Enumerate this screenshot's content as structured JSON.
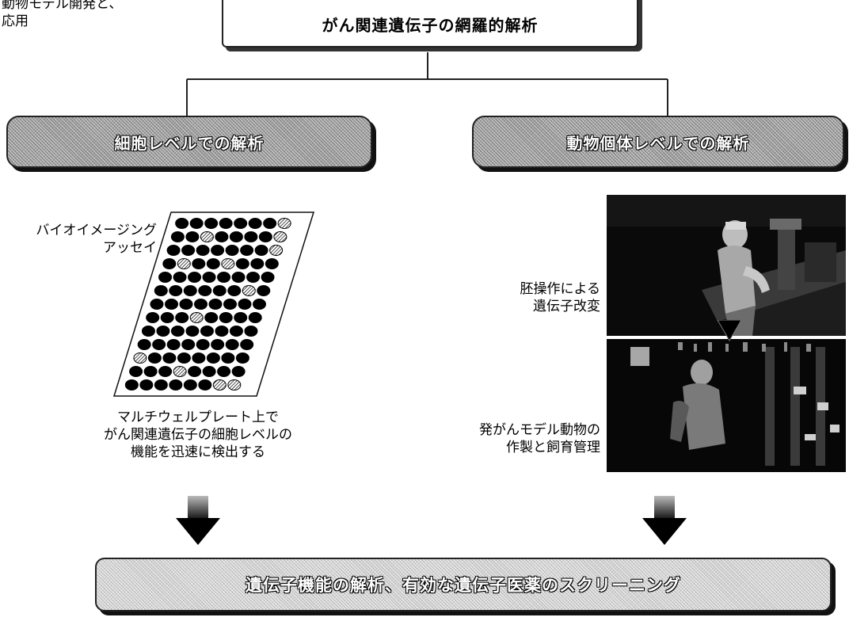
{
  "corner_text": [
    "動物モデル開発と、",
    "応用"
  ],
  "top_box": {
    "label": "がん関連遺伝子の網羅的解析"
  },
  "left_header": {
    "label": "細胞レベルでの解析"
  },
  "right_header": {
    "label": "動物個体レベルでの解析"
  },
  "bioimaging": {
    "line1": "バイオイメージング",
    "line2": "アッセイ"
  },
  "plate_caption": {
    "line1": "マルチウェルプレート上で",
    "line2": "がん関連遺伝子の細胞レベルの",
    "line3": "機能を迅速に検出する"
  },
  "embryo_caption": {
    "line1": "胚操作による",
    "line2": "遺伝子改変"
  },
  "model_caption": {
    "line1": "発がんモデル動物の",
    "line2": "作製と飼育管理"
  },
  "bottom_box": {
    "label": "遺伝子機能の解析、有効な遺伝子医薬のスクリーニング"
  },
  "colors": {
    "line": "#222222",
    "hatch_dark": "#9a9a9a",
    "hatch_light": "#cfcfcf",
    "well": "#000000"
  },
  "plate": {
    "rows": 13,
    "cols": 8,
    "hatched_wells": [
      [
        0,
        7
      ],
      [
        1,
        2
      ],
      [
        1,
        7
      ],
      [
        2,
        7
      ],
      [
        3,
        1
      ],
      [
        3,
        4
      ],
      [
        5,
        6
      ],
      [
        7,
        3
      ],
      [
        10,
        0
      ],
      [
        11,
        3
      ],
      [
        12,
        6
      ],
      [
        12,
        7
      ]
    ]
  }
}
